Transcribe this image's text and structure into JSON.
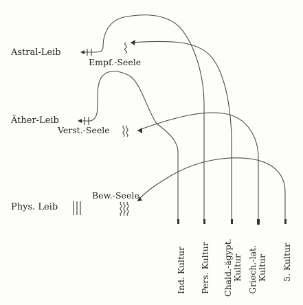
{
  "bodies": [
    {
      "id": "astral",
      "label": "Astral-Leib"
    },
    {
      "id": "aether",
      "label": "Äther-Leib"
    },
    {
      "id": "phys",
      "label": "Phys. Leib"
    }
  ],
  "souls": [
    {
      "id": "empf",
      "label": "Empf.-Seele"
    },
    {
      "id": "verst",
      "label": "Verst.-Seele"
    },
    {
      "id": "bew",
      "label": "Bew.-Seele"
    }
  ],
  "cultures": [
    {
      "id": "ind",
      "lines": [
        "Ind. Kultur"
      ]
    },
    {
      "id": "pers",
      "lines": [
        "Pers. Kultur"
      ]
    },
    {
      "id": "chald",
      "lines": [
        "Chald.-ägypt.",
        "Kultur"
      ]
    },
    {
      "id": "griech",
      "lines": [
        "Griech.-lat.",
        "Kultur"
      ]
    },
    {
      "id": "fuenf",
      "lines": [
        "5. Kultur"
      ]
    }
  ]
}
